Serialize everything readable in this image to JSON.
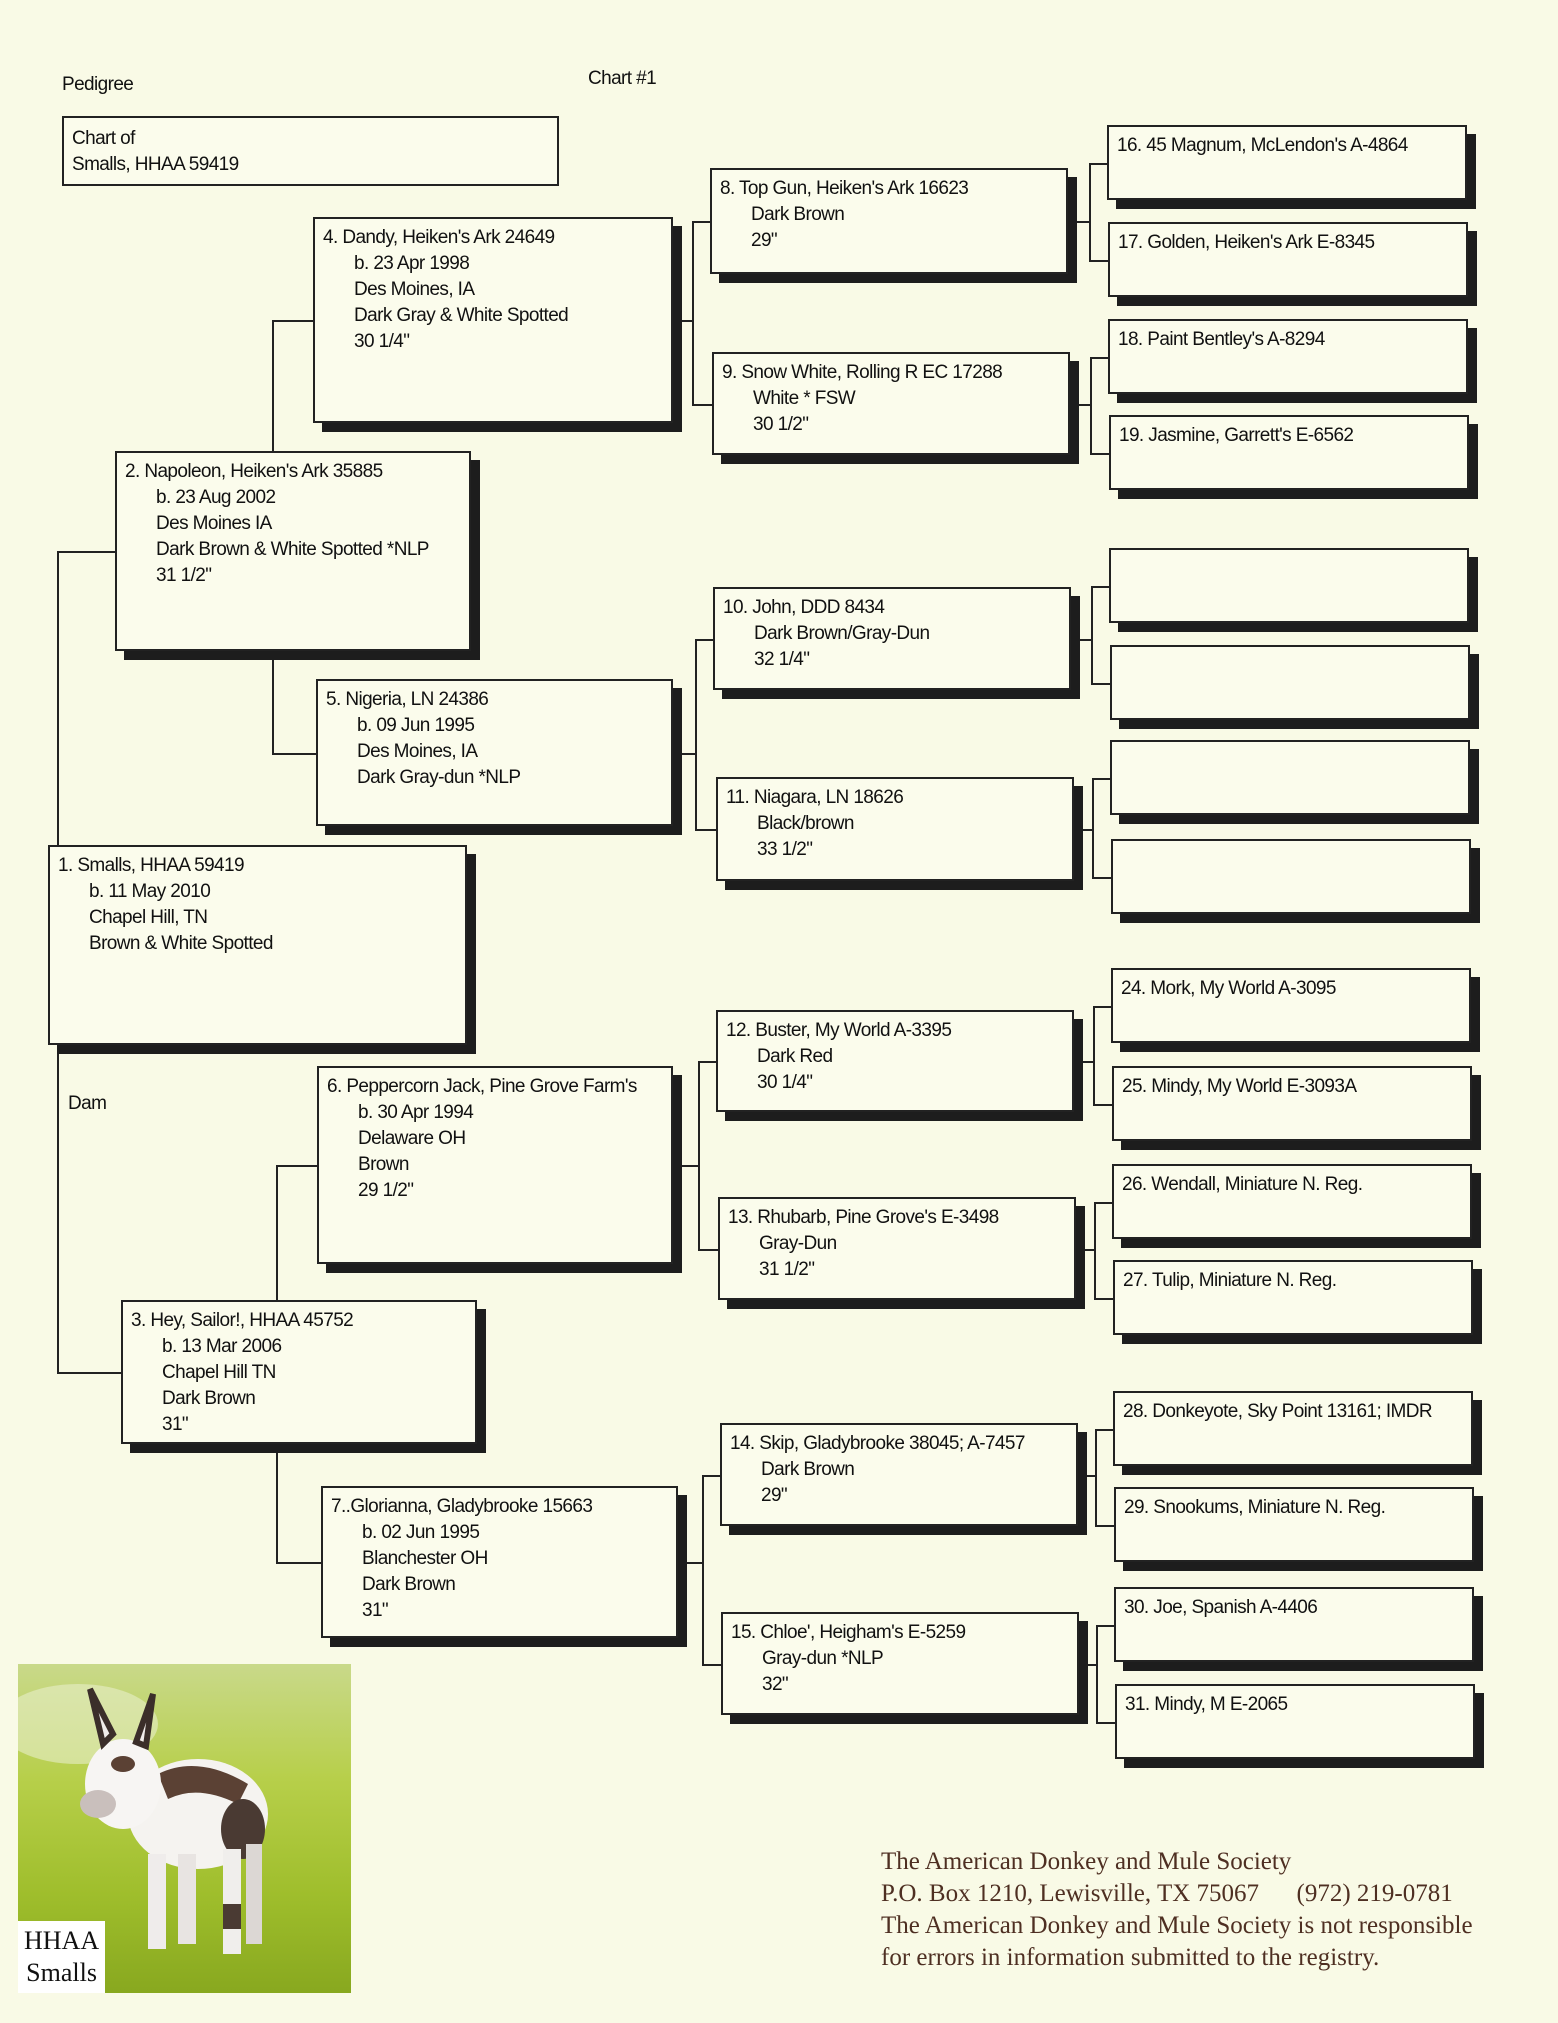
{
  "header": {
    "pedigree_label": "Pedigree",
    "chart_label": "Chart #1",
    "chart_of": [
      "Chart of",
      "Smalls, HHAA 59419"
    ],
    "dam_label": "Dam"
  },
  "boxes": [
    {
      "n": 1,
      "lines": [
        "1. Smalls, HHAA 59419",
        "b. 11 May 2010",
        "Chapel Hill, TN",
        "Brown & White Spotted"
      ]
    },
    {
      "n": 2,
      "lines": [
        "2. Napoleon, Heiken's Ark 35885",
        "b. 23 Aug 2002",
        "Des Moines IA",
        "Dark Brown & White Spotted *NLP",
        "31 1/2\""
      ]
    },
    {
      "n": 3,
      "lines": [
        "3. Hey, Sailor!, HHAA 45752",
        "b. 13 Mar 2006",
        "Chapel Hill TN",
        "Dark Brown",
        "31\""
      ]
    },
    {
      "n": 4,
      "lines": [
        "4. Dandy, Heiken's Ark 24649",
        "b. 23 Apr 1998",
        "Des Moines, IA",
        "Dark Gray  & White Spotted",
        "30 1/4\""
      ]
    },
    {
      "n": 5,
      "lines": [
        "5. Nigeria, LN 24386",
        "b. 09 Jun 1995",
        "Des Moines, IA",
        "Dark Gray-dun *NLP"
      ]
    },
    {
      "n": 6,
      "lines": [
        "6. Peppercorn Jack, Pine Grove Farm's",
        "b. 30 Apr 1994",
        "Delaware OH",
        "Brown",
        "29 1/2\""
      ]
    },
    {
      "n": 7,
      "lines": [
        "7..Glorianna, Gladybrooke 15663",
        "b. 02 Jun 1995",
        "Blanchester OH",
        "Dark Brown",
        "31\""
      ]
    },
    {
      "n": 8,
      "lines": [
        "8. Top Gun, Heiken's Ark 16623",
        "Dark Brown",
        "29\""
      ]
    },
    {
      "n": 9,
      "lines": [
        "9. Snow White, Rolling R EC 17288",
        "White * FSW",
        "30 1/2\""
      ]
    },
    {
      "n": 10,
      "lines": [
        "10. John, DDD 8434",
        "Dark Brown/Gray-Dun",
        "32 1/4\""
      ]
    },
    {
      "n": 11,
      "lines": [
        "11. Niagara, LN 18626",
        "Black/brown",
        "33 1/2\""
      ]
    },
    {
      "n": 12,
      "lines": [
        "12. Buster, My World A-3395",
        "Dark Red",
        "30 1/4\""
      ]
    },
    {
      "n": 13,
      "lines": [
        "13. Rhubarb, Pine Grove's E-3498",
        "Gray-Dun",
        "31 1/2\""
      ]
    },
    {
      "n": 14,
      "lines": [
        "14. Skip, Gladybrooke 38045; A-7457",
        "Dark Brown",
        "29\""
      ]
    },
    {
      "n": 15,
      "lines": [
        "15. Chloe', Heigham's E-5259",
        "Gray-dun *NLP",
        "32\""
      ]
    },
    {
      "n": 16,
      "lines": [
        "16. 45 Magnum, McLendon's A-4864"
      ]
    },
    {
      "n": 17,
      "lines": [
        "17. Golden, Heiken's Ark E-8345"
      ]
    },
    {
      "n": 18,
      "lines": [
        "18. Paint Bentley's A-8294"
      ]
    },
    {
      "n": 19,
      "lines": [
        "19. Jasmine, Garrett's E-6562"
      ]
    },
    {
      "n": 20,
      "lines": []
    },
    {
      "n": 21,
      "lines": []
    },
    {
      "n": 22,
      "lines": []
    },
    {
      "n": 23,
      "lines": []
    },
    {
      "n": 24,
      "lines": [
        "24. Mork, My World A-3095"
      ]
    },
    {
      "n": 25,
      "lines": [
        "25. Mindy, My World E-3093A"
      ]
    },
    {
      "n": 26,
      "lines": [
        "26. Wendall, Miniature N. Reg."
      ]
    },
    {
      "n": 27,
      "lines": [
        "27. Tulip, Miniature N. Reg."
      ]
    },
    {
      "n": 28,
      "lines": [
        "28. Donkeyote, Sky Point 13161; IMDR"
      ]
    },
    {
      "n": 29,
      "lines": [
        "29. Snookums, Miniature N. Reg."
      ]
    },
    {
      "n": 30,
      "lines": [
        "30. Joe, Spanish A-4406"
      ]
    },
    {
      "n": 31,
      "lines": [
        "31. Mindy, M E-2065"
      ]
    }
  ],
  "photo": {
    "label": [
      "HHAA",
      "Smalls"
    ]
  },
  "footer": {
    "lines": [
      "The American Donkey and Mule Society",
      "P.O. Box 1210, Lewisville, TX 75067      (972) 219-0781",
      "The American Donkey and Mule Society is not responsible",
      "for errors in information submitted to the registry."
    ]
  }
}
